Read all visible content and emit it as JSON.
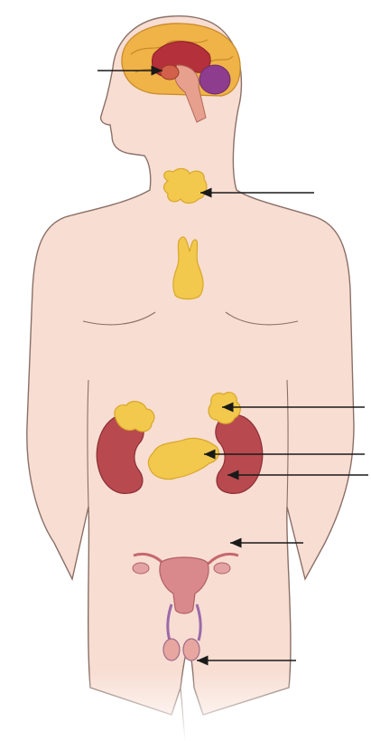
{
  "diagram": {
    "labels": [],
    "arrows": [
      {
        "name": "hypothalamus-pituitary-arrow"
      },
      {
        "name": "thyroid-arrow"
      },
      {
        "name": "adrenal-gland-arrow"
      },
      {
        "name": "pancreas-arrow"
      },
      {
        "name": "kidney-arrow"
      },
      {
        "name": "ovary-arrow"
      },
      {
        "name": "testis-arrow"
      }
    ],
    "colors": {
      "skin": "#f8ddd2",
      "skin_outline": "#8a7068",
      "gland_yellow": "#f2c94c",
      "gland_yellow_dark": "#d9a72a",
      "kidney_red": "#b84a4f",
      "brain_orange": "#f0b347",
      "brain_red": "#b4303a",
      "cerebellum_purple": "#8e3c8e",
      "uterus_pink": "#d9898b",
      "arrow": "#1a1a1a"
    }
  }
}
